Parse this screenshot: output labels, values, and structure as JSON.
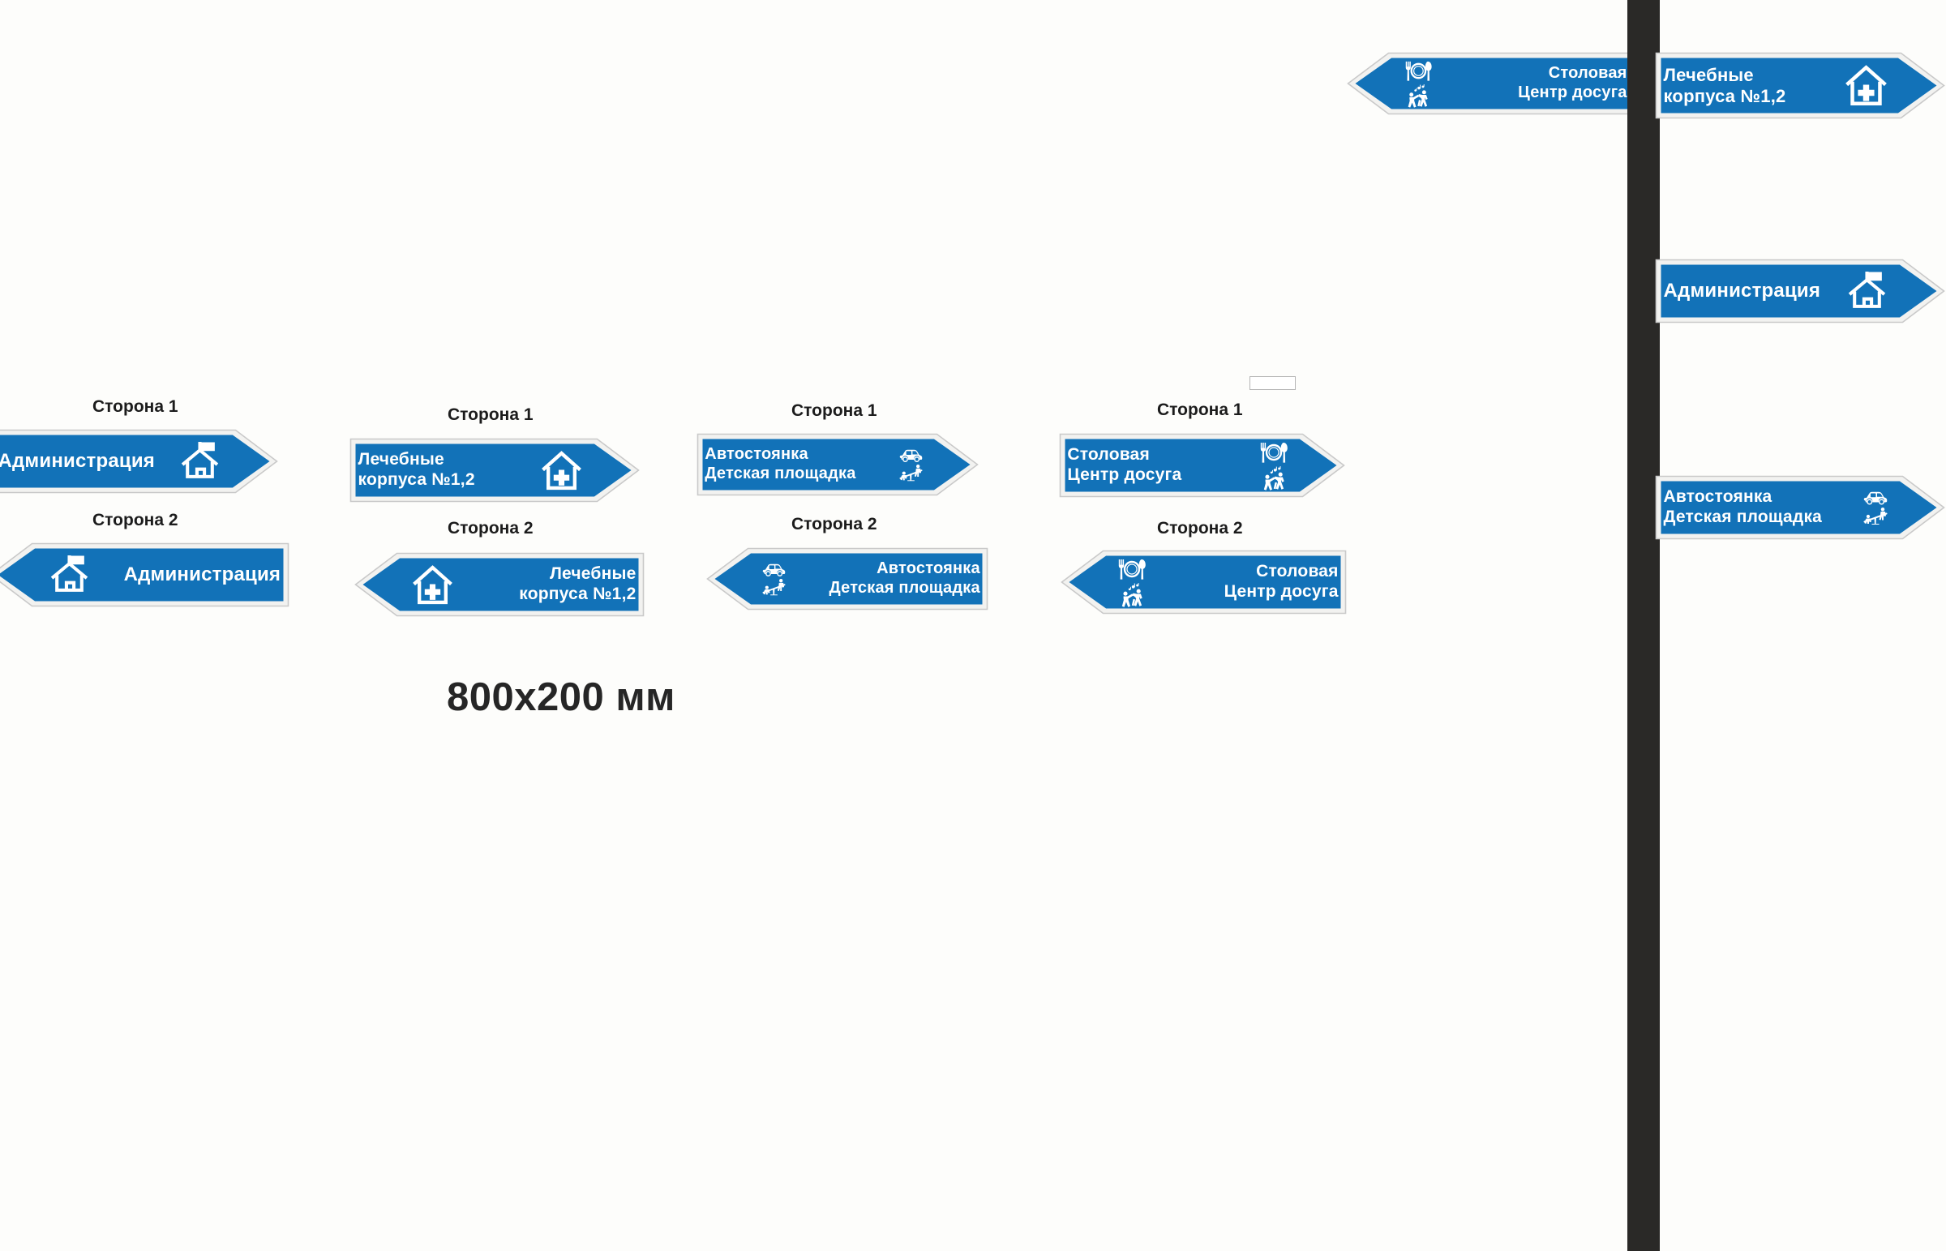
{
  "page": {
    "background": "#fdfdfb",
    "sign_blue": "#1272b8",
    "sign_border": "#f2f2f0",
    "sign_outline": "#c9c9c9",
    "post_color": "#2a2927",
    "text_color": "#ffffff",
    "caption_color": "#1c1c1c",
    "size_label": "800x200 мм"
  },
  "captions": {
    "side1": "Сторона 1",
    "side2": "Сторона 2"
  },
  "icon_names": {
    "house_flag": "house-with-flag-icon",
    "hospital": "hospital-house-cross-icon",
    "car": "car-icon",
    "playground": "playground-seesaw-icon",
    "canteen": "plate-fork-spoon-icon",
    "leisure": "dancing-people-music-icon"
  },
  "groups": [
    {
      "id": "administration",
      "caption_top": "Сторона 1",
      "caption_bottom": "Сторона 2",
      "side1": {
        "direction": "right",
        "lines": [
          "Администрация"
        ],
        "icons": [
          "house-with-flag-icon"
        ]
      },
      "side2": {
        "direction": "left",
        "lines": [
          "Администрация"
        ],
        "icons": [
          "house-with-flag-icon"
        ]
      }
    },
    {
      "id": "medical-buildings",
      "caption_top": "Сторона 1",
      "caption_bottom": "Сторона 2",
      "side1": {
        "direction": "right",
        "lines": [
          "Лечебные",
          "корпуса №1,2"
        ],
        "icons": [
          "hospital-house-cross-icon"
        ]
      },
      "side2": {
        "direction": "left",
        "lines": [
          "Лечебные",
          "корпуса №1,2"
        ],
        "icons": [
          "hospital-house-cross-icon"
        ]
      }
    },
    {
      "id": "parking-playground",
      "caption_top": "Сторона 1",
      "caption_bottom": "Сторона 2",
      "side1": {
        "direction": "right",
        "lines": [
          "Автостоянка",
          "Детская площадка"
        ],
        "icons": [
          "car-icon",
          "playground-seesaw-icon"
        ]
      },
      "side2": {
        "direction": "left",
        "lines": [
          "Автостоянка",
          "Детская площадка"
        ],
        "icons": [
          "car-icon",
          "playground-seesaw-icon"
        ]
      }
    },
    {
      "id": "canteen-leisure",
      "caption_top": "Сторона 1",
      "caption_bottom": "Сторона 2",
      "side1": {
        "direction": "right",
        "lines": [
          "Столовая",
          "Центр досуга"
        ],
        "icons": [
          "plate-fork-spoon-icon",
          "dancing-people-music-icon"
        ]
      },
      "side2": {
        "direction": "left",
        "lines": [
          "Столовая",
          "Центр досуга"
        ],
        "icons": [
          "plate-fork-spoon-icon",
          "dancing-people-music-icon"
        ]
      }
    }
  ],
  "post_signs": [
    {
      "id": "post-canteen-leisure-left",
      "direction": "left",
      "lines": [
        "Столовая",
        "Центр досуга"
      ],
      "icons": [
        "plate-fork-spoon-icon",
        "dancing-people-music-icon"
      ]
    },
    {
      "id": "post-medical-right",
      "direction": "right",
      "lines": [
        "Лечебные",
        "корпуса №1,2"
      ],
      "icons": [
        "hospital-house-cross-icon"
      ]
    },
    {
      "id": "post-administration-right",
      "direction": "right",
      "lines": [
        "Администрация"
      ],
      "icons": [
        "house-with-flag-icon"
      ]
    },
    {
      "id": "post-parking-right",
      "direction": "right",
      "lines": [
        "Автостоянка",
        "Детская площадка"
      ],
      "icons": [
        "car-icon",
        "playground-seesaw-icon"
      ]
    }
  ]
}
